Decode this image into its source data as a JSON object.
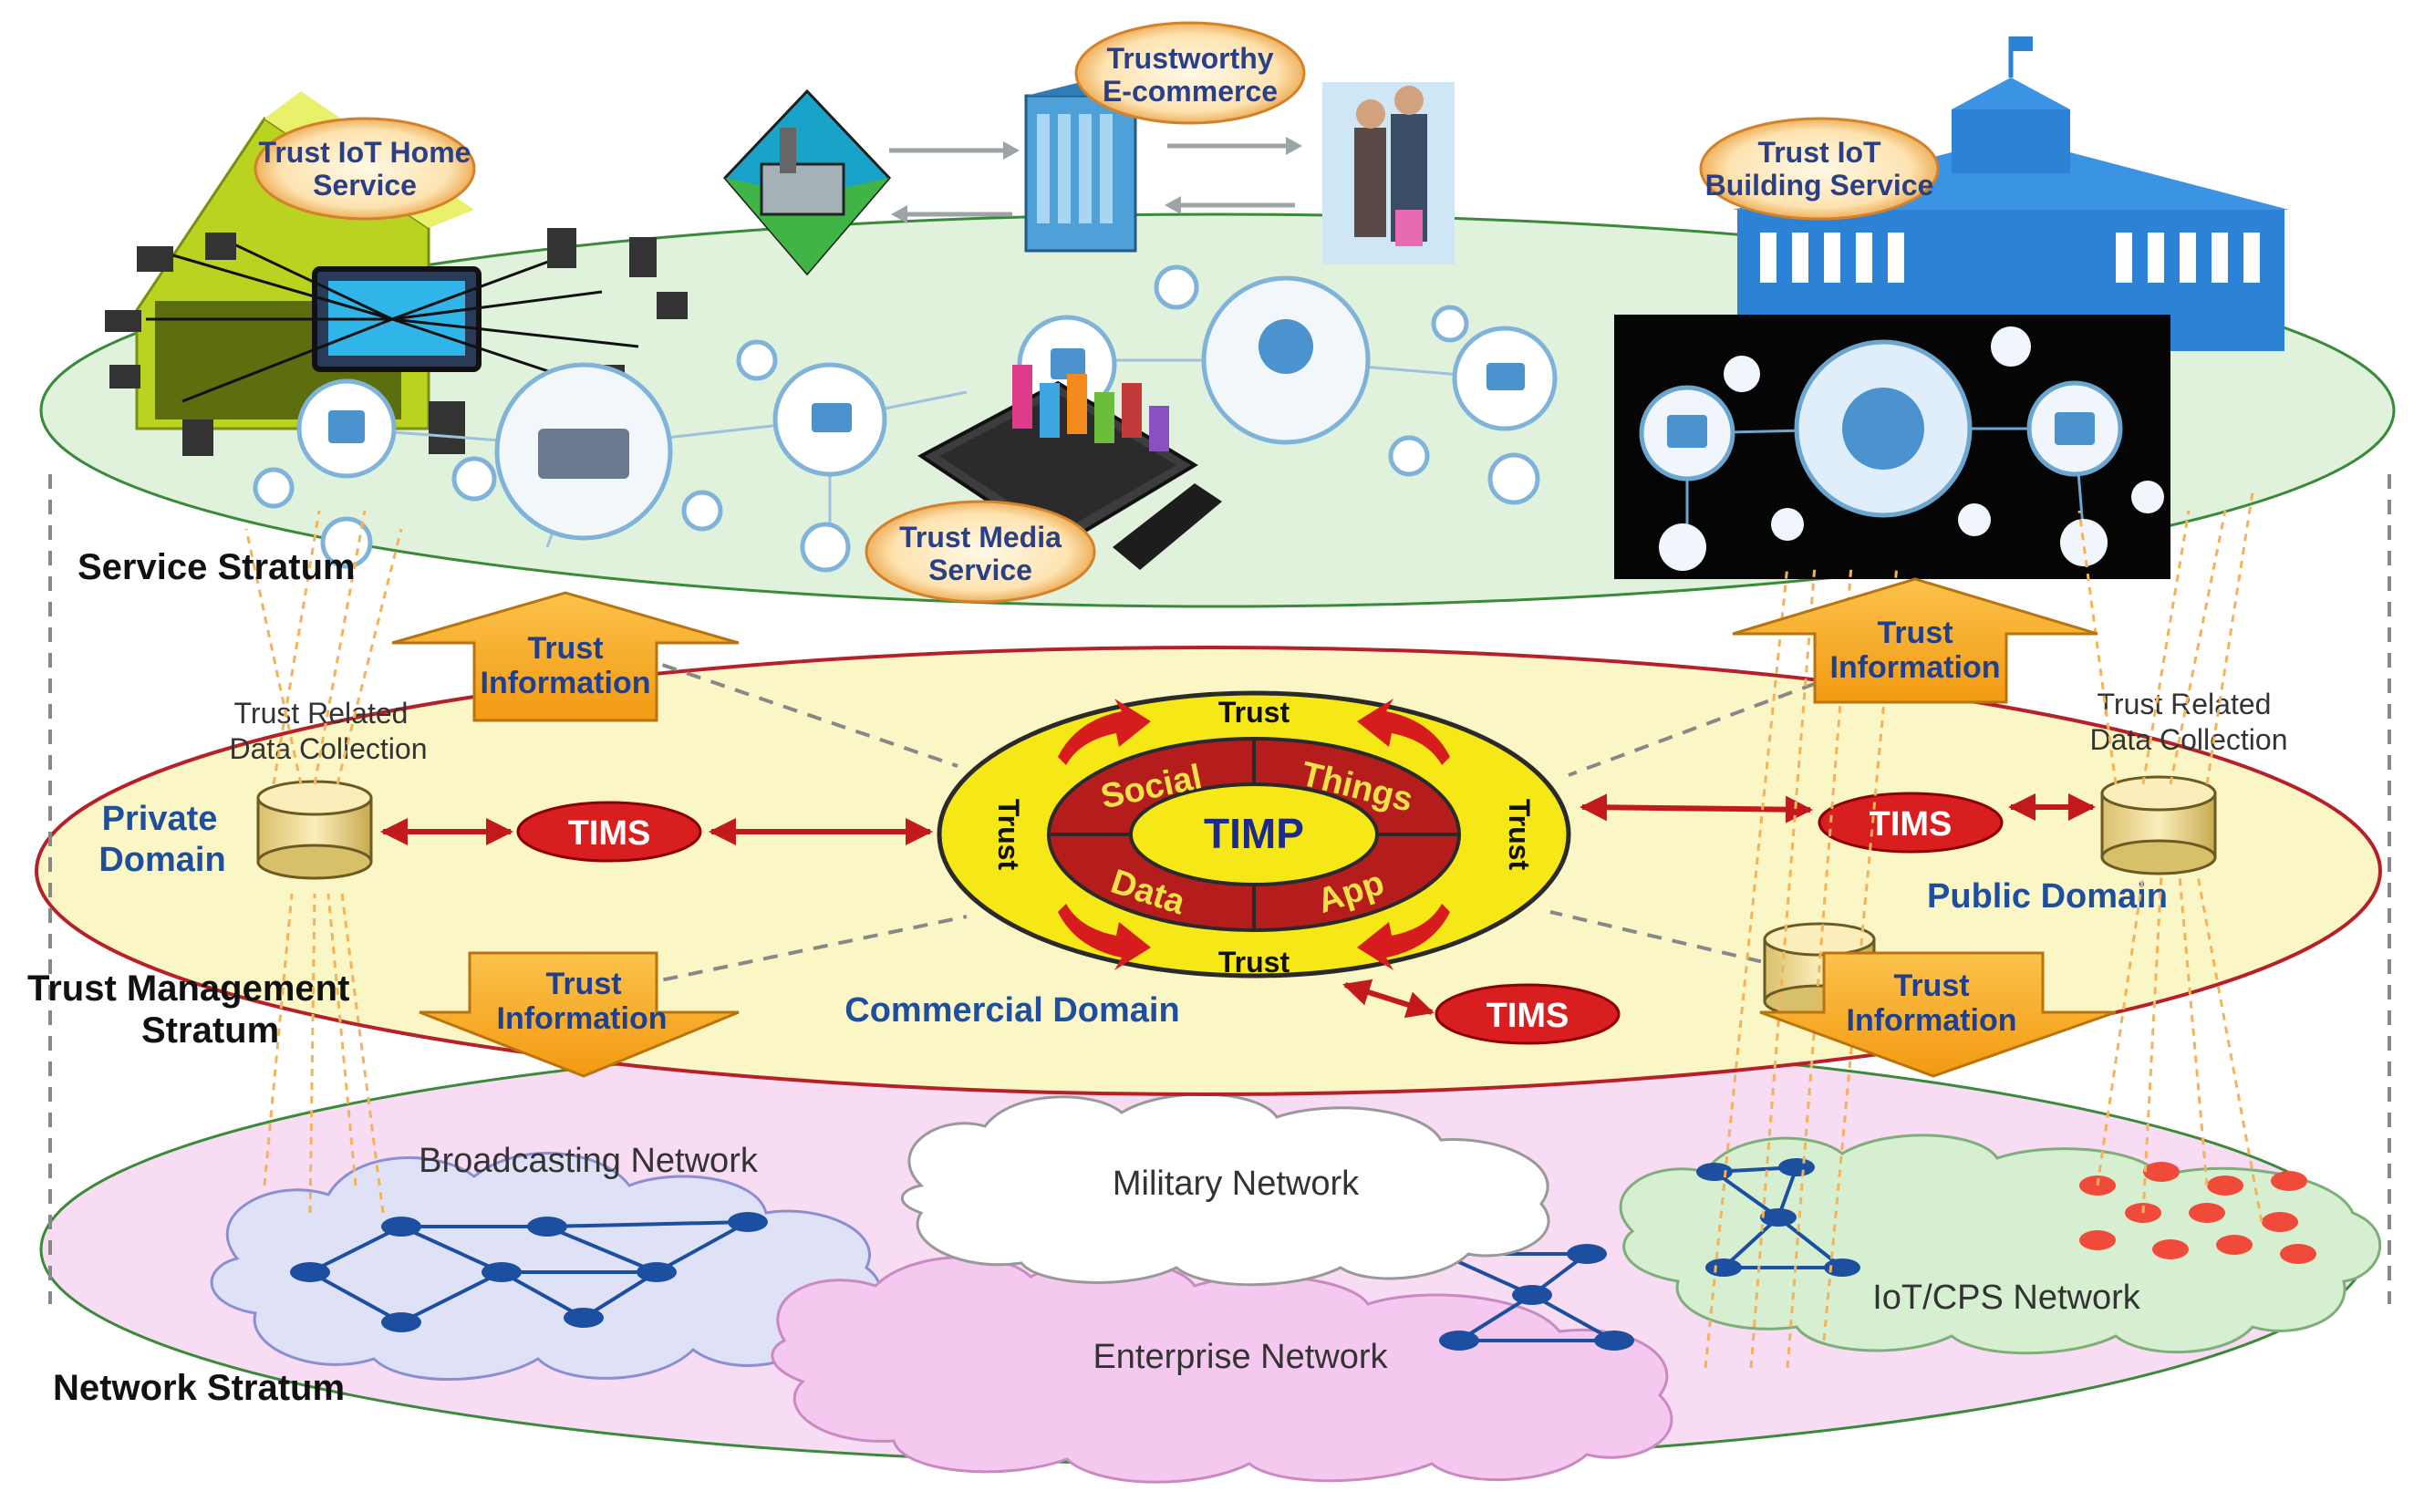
{
  "strata": {
    "service": "Service Stratum",
    "trust_mgmt_line1": "Trust Management",
    "trust_mgmt_line2": "Stratum",
    "network": "Network Stratum"
  },
  "services": {
    "home_line1": "Trust IoT Home",
    "home_line2": "Service",
    "ecommerce_line1": "Trustworthy",
    "ecommerce_line2": "E-commerce",
    "building_line1": "Trust IoT",
    "building_line2": "Building Service",
    "media_line1": "Trust Media",
    "media_line2": "Service"
  },
  "trust_info": {
    "line1": "Trust",
    "line2": "Information"
  },
  "collection": {
    "line1": "Trust Related",
    "line2": "Data Collection"
  },
  "domains": {
    "private_line1": "Private",
    "private_line2": "Domain",
    "public": "Public Domain",
    "commercial": "Commercial Domain"
  },
  "tims": "TIMS",
  "timp": {
    "center": "TIMP",
    "trust": "Trust",
    "social": "Social",
    "things": "Things",
    "data": "Data",
    "app": "App"
  },
  "networks": {
    "broadcasting": "Broadcasting Network",
    "military": "Military Network",
    "enterprise": "Enterprise Network",
    "iot": "IoT/CPS Network"
  },
  "colors": {
    "service_layer": "#dff0d8",
    "trust_layer": "#fbf6c6",
    "network_layer": "#f6d9f3",
    "arrow_orange": "#f5a623",
    "tims_red": "#d81e1e",
    "timp_yellow": "#f6e716",
    "timp_red": "#b51c1c",
    "node_blue": "#1c4fa0"
  }
}
